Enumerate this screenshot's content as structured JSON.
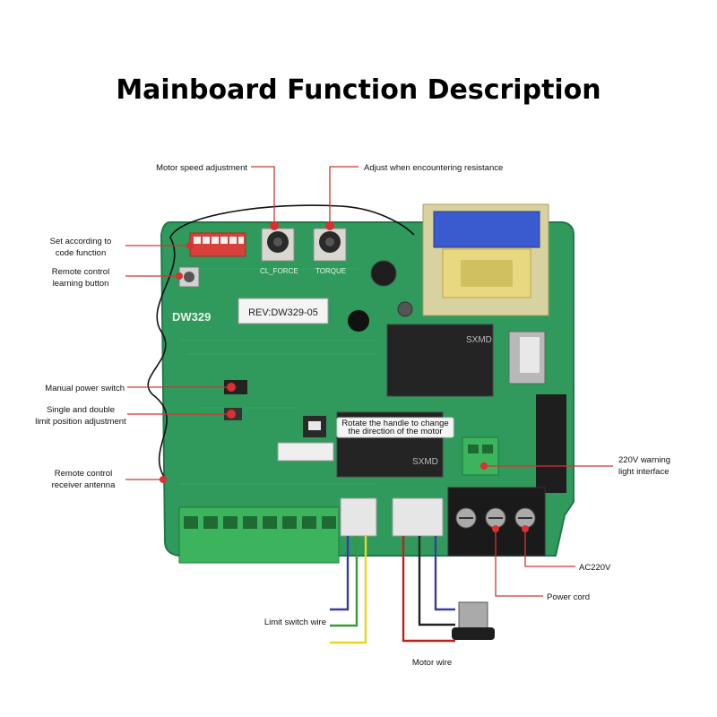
{
  "title": "Mainboard Function Description",
  "board": {
    "model": "DW329",
    "rev_label": "REV:DW329-05",
    "pot_left_label": "CL_FORCE",
    "pot_right_label": "TORQUE",
    "relay_brand_1": "SXMD",
    "relay_brand_2": "SXMD"
  },
  "callouts": {
    "motor_speed": "Motor speed adjustment",
    "resistance": "Adjust when encountering resistance",
    "code_function_1": "Set according to",
    "code_function_2": "code function",
    "learning_1": "Remote control",
    "learning_2": "learning button",
    "manual_power": "Manual power switch",
    "limit_adj_1": "Single and double",
    "limit_adj_2": "limit position adjustment",
    "antenna_1": "Remote control",
    "antenna_2": "receiver antenna",
    "rotate_1": "Rotate the handle to change",
    "rotate_2": "the direction of the motor",
    "warning_1": "220V warning",
    "warning_2": "light interface",
    "ac220v": "AC220V",
    "power_cord": "Power cord",
    "limit_wire": "Limit switch wire",
    "motor_wire": "Motor wire"
  },
  "colors": {
    "pcb": "#2f9a5c",
    "terminal": "#3cb45e",
    "callout": "#d93030",
    "wire_blue": "#3a3e9a",
    "wire_green": "#3a9a3a",
    "wire_yellow": "#e8d820",
    "wire_red": "#c02020"
  }
}
